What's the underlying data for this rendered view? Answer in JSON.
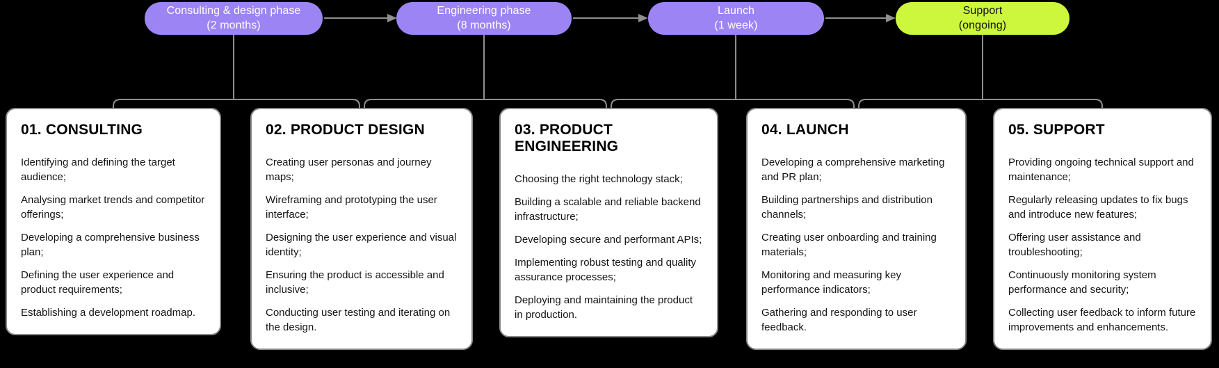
{
  "colors": {
    "background": "#000000",
    "pill_purple": "#9d84f4",
    "pill_green": "#ccf73c",
    "connector_gray": "#8f8f8f",
    "card_bg": "#ffffff",
    "card_border": "#8a8a8a",
    "card_text": "#141414"
  },
  "phases": [
    {
      "label": "Consulting & design phase",
      "duration": "(2 months)"
    },
    {
      "label": "Engineering phase",
      "duration": "(8 months)"
    },
    {
      "label": "Launch",
      "duration": "(1 week)"
    },
    {
      "label": "Support",
      "duration": "(ongoing)"
    }
  ],
  "cards": [
    {
      "title": "01. CONSULTING",
      "items": [
        "Identifying and defining the target audience;",
        "Analysing market trends and competitor offerings;",
        "Developing a comprehensive business plan;",
        "Defining the user experience and product requirements;",
        "Establishing a development roadmap."
      ]
    },
    {
      "title": "02. PRODUCT DESIGN",
      "items": [
        "Creating user personas and journey maps;",
        "Wireframing and prototyping the user interface;",
        "Designing the user experience and visual identity;",
        "Ensuring the product is accessible and inclusive;",
        "Conducting user testing and iterating on the design."
      ]
    },
    {
      "title": "03. PRODUCT ENGINEERING",
      "items": [
        "Choosing the right technology stack;",
        "Building a scalable and reliable backend infrastructure;",
        "Developing secure and performant APIs;",
        "Implementing robust testing and quality assurance processes;",
        "Deploying and maintaining the product in production."
      ]
    },
    {
      "title": "04. LAUNCH",
      "items": [
        "Developing a comprehensive marketing and PR plan;",
        "Building partnerships and distribution channels;",
        "Creating user onboarding and training materials;",
        "Monitoring and measuring key performance indicators;",
        "Gathering and responding to user feedback."
      ]
    },
    {
      "title": "05. SUPPORT",
      "items": [
        "Providing ongoing technical support and maintenance;",
        "Regularly releasing updates to fix bugs and introduce new features;",
        "Offering user assistance and troubleshooting;",
        "Continuously monitoring system performance and security;",
        "Collecting user feedback to inform future improvements and enhancements."
      ]
    }
  ]
}
